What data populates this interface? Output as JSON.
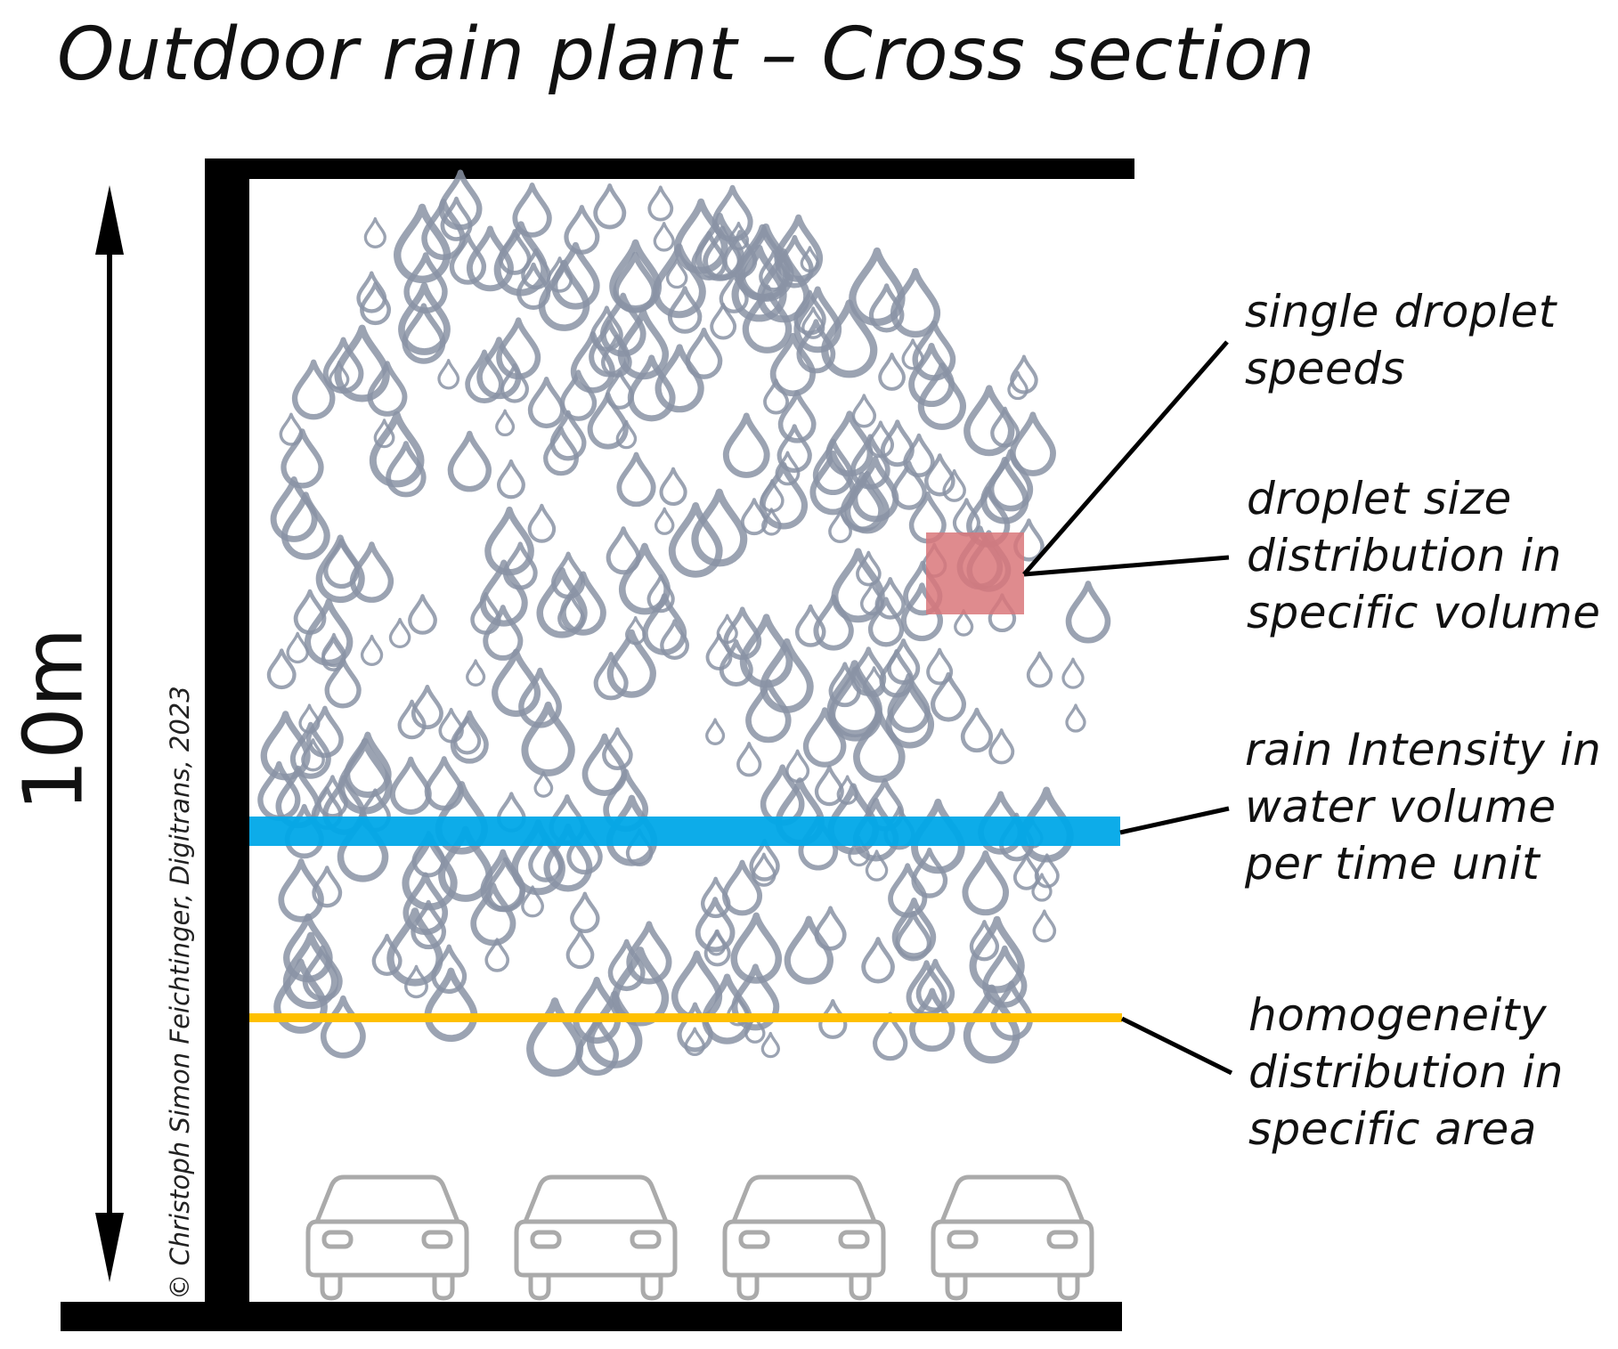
{
  "title": "Outdoor rain plant – Cross section",
  "height_label": "10m",
  "copyright": "© Christoph Simon Feichtinger, Digitrans, 2023",
  "labels": {
    "droplet_speeds": [
      "single droplet",
      "speeds"
    ],
    "droplet_size": [
      "droplet size",
      "distribution in",
      "specific volume"
    ],
    "rain_intensity": [
      "rain Intensity in",
      "water volume",
      "per time unit"
    ],
    "homogeneity": [
      "homogeneity",
      "distribution in",
      "specific area"
    ]
  },
  "colors": {
    "structure": "#000000",
    "droplet": "#8a93a4",
    "intensity_band": "#00a8e8",
    "homogeneity_line": "#ffc000",
    "sample_volume": "#d9777a",
    "car": "#aaaaaa"
  },
  "icons": [
    "raindrop-icon",
    "car-icon"
  ]
}
